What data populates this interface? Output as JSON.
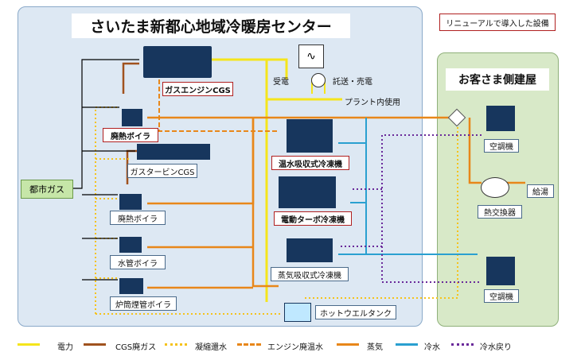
{
  "title": "さいたま新都心地域冷暖房センター",
  "new_equipment_label": "リニューアルで導入した設備",
  "customer_building": "お客さま側建屋",
  "city_gas": "都市ガス",
  "equipment": {
    "gas_engine_cgs": "ガスエンジンCGS",
    "waste_heat_boiler_1": "廃熱ボイラ",
    "gas_turbine_cgs": "ガスタービンCGS",
    "waste_heat_boiler_2": "廃熱ボイラ",
    "water_tube_boiler": "水管ボイラ",
    "flue_tube_boiler": "炉筒煙管ボイラ",
    "hot_water_absorption_chiller": "温水吸収式冷凍機",
    "electric_turbo_chiller": "電動ターボ冷凍機",
    "steam_absorption_chiller": "蒸気吸収式冷凍機",
    "hotwell_tank": "ホットウエルタンク"
  },
  "power": {
    "receiving": "受電",
    "wheeling_sale": "託送・売電",
    "in_plant_use": "プラント内使用"
  },
  "customer": {
    "air_conditioner_1": "空調機",
    "hot_water_supply": "給湯",
    "heat_exchanger": "熱交換器",
    "air_conditioner_2": "空調機"
  },
  "legend": [
    {
      "label": "電力",
      "color": "#f5e51b",
      "style": "solid"
    },
    {
      "label": "CGS廃ガス",
      "color": "#a0521e",
      "style": "solid"
    },
    {
      "label": "凝縮還水",
      "color": "#f5c21b",
      "style": "dotted"
    },
    {
      "label": "エンジン廃温水",
      "color": "#e8871a",
      "style": "dashed"
    },
    {
      "label": "蒸気",
      "color": "#e8871a",
      "style": "solid"
    },
    {
      "label": "冷水",
      "color": "#2aa0d0",
      "style": "solid"
    },
    {
      "label": "冷水戻り",
      "color": "#6a2a9a",
      "style": "dotted"
    }
  ]
}
